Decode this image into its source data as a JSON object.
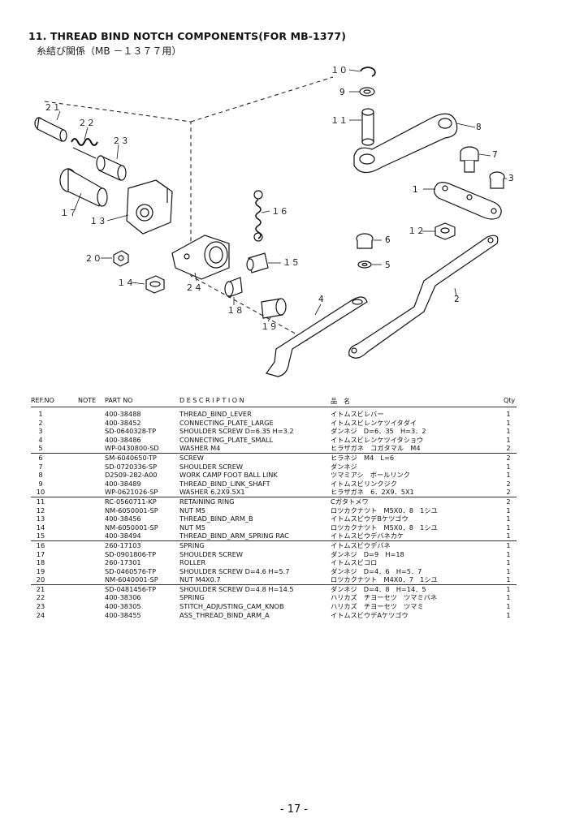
{
  "page": {
    "title": "11. THREAD BIND NOTCH COMPONENTS(FOR MB-1377)",
    "subtitle": "糸結び関係（MB －１３７７用）",
    "page_number": "- 17 -"
  },
  "callouts": {
    "n1": "1",
    "n2": "2",
    "n3": "3",
    "n4": "4",
    "n5": "5",
    "n6": "6",
    "n7": "7",
    "n8": "8",
    "n9": "9",
    "n10": "１０",
    "n11": "１１",
    "n12": "１２",
    "n13": "１３",
    "n14": "１４",
    "n15": "１５",
    "n16": "１６",
    "n17": "１７",
    "n18": "１８",
    "n19": "１９",
    "n20": "２０",
    "n21": "２１",
    "n22": "２２",
    "n23": "２３",
    "n24": "２４"
  },
  "table": {
    "headers": {
      "ref": "REF.NO",
      "note": "NOTE",
      "part": "PART NO",
      "desc": "D E S C R I P T I O N",
      "jp": "品　名",
      "qty": "Qty"
    },
    "rows": [
      {
        "ref": "1",
        "part": "400-38488",
        "desc": "THREAD_BIND_LEVER",
        "jp": "イトムスビレバー",
        "qty": "1"
      },
      {
        "ref": "2",
        "part": "400-38452",
        "desc": "CONNECTING_PLATE_LARGE",
        "jp": "イトムスビレンケツイタダイ",
        "qty": "1"
      },
      {
        "ref": "3",
        "part": "SD-0640328-TP",
        "desc": "SHOULDER SCREW D=6.35 H=3.2",
        "jp": "ダンネジ　D=6．35　H=3．2",
        "qty": "1"
      },
      {
        "ref": "4",
        "part": "400-38486",
        "desc": "CONNECTING_PLATE_SMALL",
        "jp": "イトムスビレンケツイタショウ",
        "qty": "1"
      },
      {
        "ref": "5",
        "part": "WP-0430800-SD",
        "desc": "WASHER M4",
        "jp": "ヒラザガネ　コガタマル　M4",
        "qty": "2"
      },
      {
        "ref": "6",
        "part": "SM-6040650-TP",
        "desc": "SCREW",
        "jp": "ヒラネジ　M4　L=6",
        "qty": "2"
      },
      {
        "ref": "7",
        "part": "SD-0720336-SP",
        "desc": "SHOULDER SCREW",
        "jp": "ダンネジ",
        "qty": "1"
      },
      {
        "ref": "8",
        "part": "D2509-282-A00",
        "desc": "WORK CAMP FOOT BALL LINK",
        "jp": "ツマミアシ　ボールリンク",
        "qty": "1"
      },
      {
        "ref": "9",
        "part": "400-38489",
        "desc": "THREAD_BIND_LINK_SHAFT",
        "jp": "イトムスビリンクジク",
        "qty": "2"
      },
      {
        "ref": "10",
        "part": "WP-0621026-SP",
        "desc": "WASHER 6.2X9.5X1",
        "jp": "ヒラザガネ　6．2X9．5X1",
        "qty": "2"
      },
      {
        "ref": "11",
        "part": "RC-0560711-KP",
        "desc": "RETAINING RING",
        "jp": "Cガタトメワ",
        "qty": "2"
      },
      {
        "ref": "12",
        "part": "NM-6050001-SP",
        "desc": "NUT M5",
        "jp": "ロツカクナツト　M5X0．8　1シユ",
        "qty": "1"
      },
      {
        "ref": "13",
        "part": "400-38456",
        "desc": "THREAD_BIND_ARM_B",
        "jp": "イトムスビウデBケツゴウ",
        "qty": "1"
      },
      {
        "ref": "14",
        "part": "NM-6050001-SP",
        "desc": "NUT M5",
        "jp": "ロツカクナツト　M5X0．8　1シユ",
        "qty": "1"
      },
      {
        "ref": "15",
        "part": "400-38494",
        "desc": "THREAD_BIND_ARM_SPRING RAC",
        "jp": "イトムスビウデバネカケ",
        "qty": "1"
      },
      {
        "ref": "16",
        "part": "260-17103",
        "desc": "SPRING",
        "jp": "イトムスビウデバネ",
        "qty": "1"
      },
      {
        "ref": "17",
        "part": "SD-0901806-TP",
        "desc": "SHOULDER SCREW",
        "jp": "ダンネジ　D=9　H=18",
        "qty": "1"
      },
      {
        "ref": "18",
        "part": "260-17301",
        "desc": "ROLLER",
        "jp": "イトムスビコロ",
        "qty": "1"
      },
      {
        "ref": "19",
        "part": "SD-0460576-TP",
        "desc": "SHOULDER SCREW D=4.6 H=5.7",
        "jp": "ダンネジ　D=4．6　H=5．7",
        "qty": "1"
      },
      {
        "ref": "20",
        "part": "NM-6040001-SP",
        "desc": "NUT M4X0.7",
        "jp": "ロツカクナツト　M4X0．7　1シユ",
        "qty": "1"
      },
      {
        "ref": "21",
        "part": "SD-0481456-TP",
        "desc": "SHOULDER SCREW D=4.8 H=14.5",
        "jp": "ダンネジ　D=4．8　H=14．5",
        "qty": "1"
      },
      {
        "ref": "22",
        "part": "400-38306",
        "desc": "SPRING",
        "jp": "ハリカズ　チヨーセツ　ツマミバネ",
        "qty": "1"
      },
      {
        "ref": "23",
        "part": "400-38305",
        "desc": "STITCH_ADJUSTING_CAM_KNOB",
        "jp": "ハリカズ　チヨーセツ　ツマミ",
        "qty": "1"
      },
      {
        "ref": "24",
        "part": "400-38455",
        "desc": "ASS_THREAD_BIND_ARM_A",
        "jp": "イトムスビウデAケツゴウ",
        "qty": "1"
      }
    ]
  }
}
